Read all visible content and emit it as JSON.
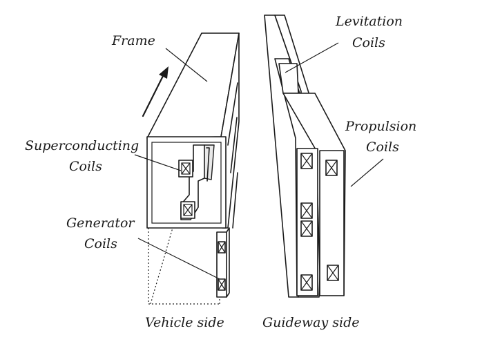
{
  "labels": {
    "frame": "Frame",
    "levitation_line1": "Levitation",
    "levitation_line2": "Coils",
    "superconducting_line1": "Superconducting",
    "superconducting_line2": "Coils",
    "propulsion_line1": "Propulsion",
    "propulsion_line2": "Coils",
    "generator_line1": "Generator",
    "generator_line2": "Coils",
    "vehicle_side": "Vehicle side",
    "guideway_side": "Guideway side"
  }
}
